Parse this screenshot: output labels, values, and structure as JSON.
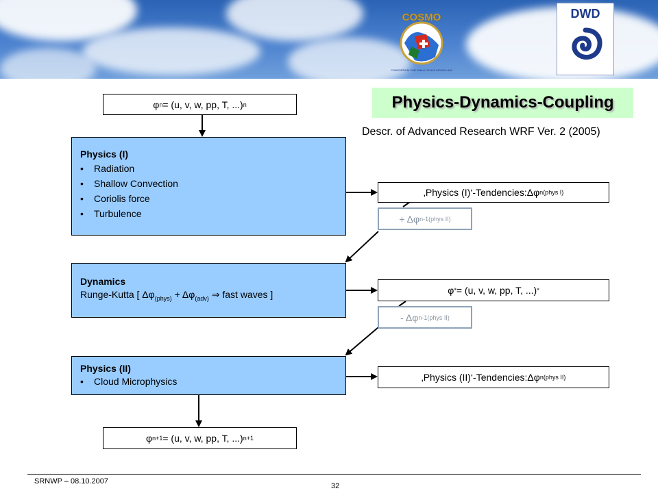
{
  "title": "Physics-Dynamics-Coupling",
  "reference": "Descr. of Advanced Research WRF Ver. 2 (2005)",
  "state_n": {
    "sym": "φ",
    "sup": "n",
    "body": " = (u, v, w, pp, T, ...)",
    "tail": "n"
  },
  "physics_1": {
    "title": "Physics (I)",
    "items": [
      "Radiation",
      "Shallow Convection",
      "Coriolis force",
      "Turbulence"
    ]
  },
  "dynamics": {
    "title": "Dynamics",
    "line_a": "Runge-Kutta [ Δφ",
    "sub_a": "(phys)",
    "line_b": " + Δφ",
    "sub_b": "(adv)",
    "line_c": "  ⇒ fast waves ]"
  },
  "physics_2": {
    "title": "Physics (II)",
    "items": [
      "Cloud Microphysics"
    ]
  },
  "state_n1": {
    "sym": "φ",
    "sup": "n+1",
    "body": " = (u, v, w, pp, T, ...)",
    "tail": "n+1"
  },
  "tend_1": {
    "label": "‚Physics (I)‘-Tendencies: ",
    "sym": "Δφ",
    "sup": "n",
    "sub": "(phys I)"
  },
  "add_prev": {
    "label": "+ Δφ",
    "sup": "n-1",
    "sub": "(phys II)"
  },
  "state_star": {
    "sym": "φ",
    "sup": "*",
    "body": " = (u, v, w, pp, T, ...)",
    "tail": "*"
  },
  "sub_prev": {
    "label": "- Δφ",
    "sup": "n-1",
    "sub": "(phys II)"
  },
  "tend_2": {
    "label": "‚Physics (II)‘-Tendencies: ",
    "sym": "Δφ",
    "sup": "n",
    "sub": "(phys II)"
  },
  "footer": {
    "event": "SRNWP  – 08.10.2007",
    "page": "32"
  },
  "logos": {
    "cosmo": "COSMO",
    "cosmo_ring": "CONSORTIUM FOR SMALL SCALE MODELLING",
    "dwd": "DWD"
  },
  "colors": {
    "physics_box": "#99ccff",
    "title_bg": "#ccffcc",
    "grey_box": "#8fa3b8"
  }
}
